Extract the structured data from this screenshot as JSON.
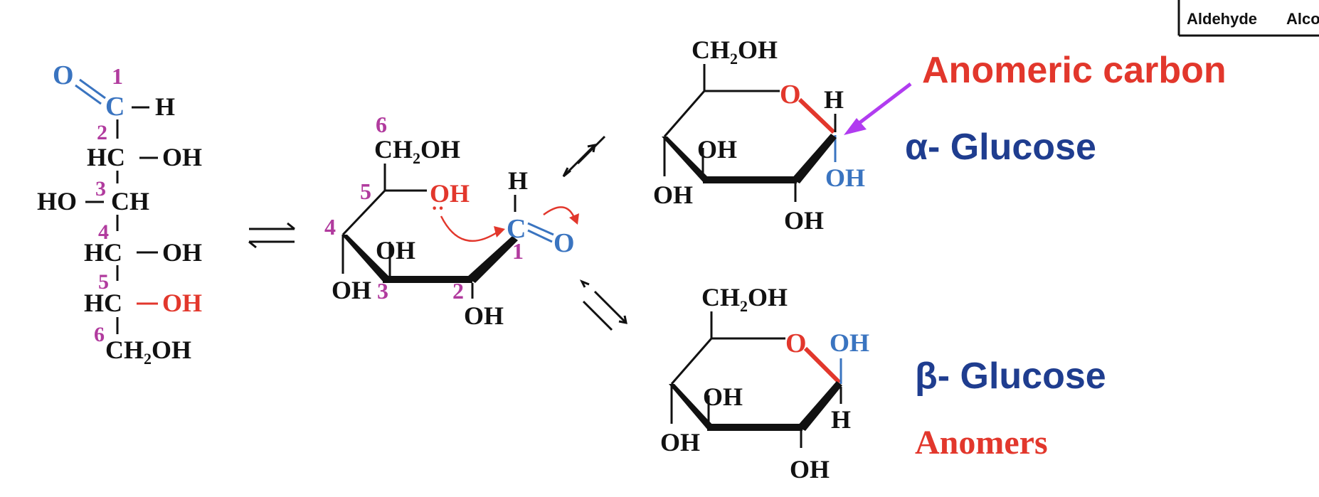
{
  "colors": {
    "black": "#111111",
    "blue": "#3a74c0",
    "magenta": "#b13b9e",
    "red": "#e2372c",
    "navy": "#1f3d8f",
    "purple": "#b13cf0"
  },
  "corner_box": {
    "left": "Aldehyde",
    "right": "Alco"
  },
  "fischer": {
    "o": "O",
    "c": "C",
    "h": "H",
    "hc": "HC",
    "oh": "OH",
    "ho": "HO",
    "ch": "CH",
    "ch2oh_a": "CH",
    "ch2oh_sub": "2",
    "ch2oh_b": "OH",
    "numbers": [
      "1",
      "2",
      "3",
      "4",
      "5",
      "6"
    ]
  },
  "open_ring": {
    "ch2oh_a": "CH",
    "ch2oh_sub": "2",
    "ch2oh_b": "OH",
    "oh_red": "OH",
    "lone_pair": "··",
    "h": "H",
    "c": "C",
    "o": "O",
    "oh_left": "OH",
    "oh_bottom_left": "OH",
    "oh_bottom": "OH",
    "numbers": [
      "1",
      "2",
      "3",
      "4",
      "5",
      "6"
    ]
  },
  "alpha": {
    "ch2oh_a": "CH",
    "ch2oh_sub": "2",
    "ch2oh_b": "OH",
    "ring_o": "O",
    "h": "H",
    "oh_blue": "OH",
    "oh_mid": "OH",
    "oh_left": "OH",
    "oh_bottom": "OH",
    "label": "α- Glucose"
  },
  "beta": {
    "ch2oh_a": "CH",
    "ch2oh_sub": "2",
    "ch2oh_b": "OH",
    "ring_o": "O",
    "oh_blue": "OH",
    "h": "H",
    "oh_mid": "OH",
    "oh_left": "OH",
    "oh_bottom": "OH",
    "label": "β- Glucose"
  },
  "labels": {
    "anomeric": "Anomeric carbon",
    "anomers": "Anomers"
  }
}
